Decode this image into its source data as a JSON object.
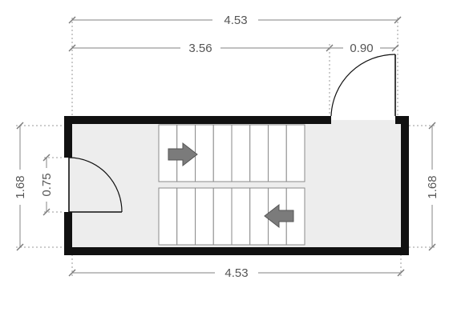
{
  "dimensions": {
    "top_overall": "4.53",
    "top_room": "3.56",
    "top_door": "0.90",
    "bottom_overall": "4.53",
    "left_height": "1.68",
    "left_door": "0.75",
    "right_height": "1.68"
  },
  "stairs": {
    "upper_flight_steps": 8,
    "lower_flight_steps": 8,
    "upper_arrow_direction": "right",
    "lower_arrow_direction": "left"
  },
  "colors": {
    "wall": "#111111",
    "floor": "#ededed",
    "dimension": "#9a9a9a",
    "arrow": "#7b7b7b"
  }
}
